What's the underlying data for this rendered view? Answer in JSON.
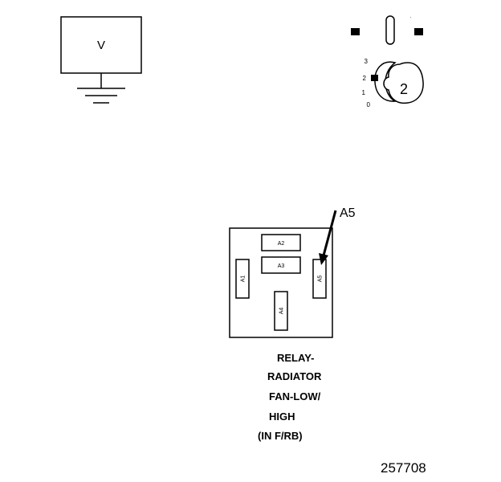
{
  "voltmeter": {
    "symbol": "V"
  },
  "ignition_switch": {
    "position_labels": [
      "3",
      "2",
      "1",
      "0"
    ],
    "selected_position": "2"
  },
  "callout": {
    "label": "A5"
  },
  "relay": {
    "cavities": [
      {
        "id": "A1",
        "label": "A1"
      },
      {
        "id": "A2",
        "label": "A2"
      },
      {
        "id": "A3",
        "label": "A3"
      },
      {
        "id": "A4",
        "label": "A4"
      },
      {
        "id": "A5",
        "label": "A5"
      }
    ],
    "caption_lines": [
      "RELAY-",
      "RADIATOR",
      "FAN-LOW/",
      "HIGH",
      "(IN F/RB)"
    ]
  },
  "figure_number": "257708",
  "colors": {
    "line": "#000000",
    "background": "#ffffff"
  }
}
